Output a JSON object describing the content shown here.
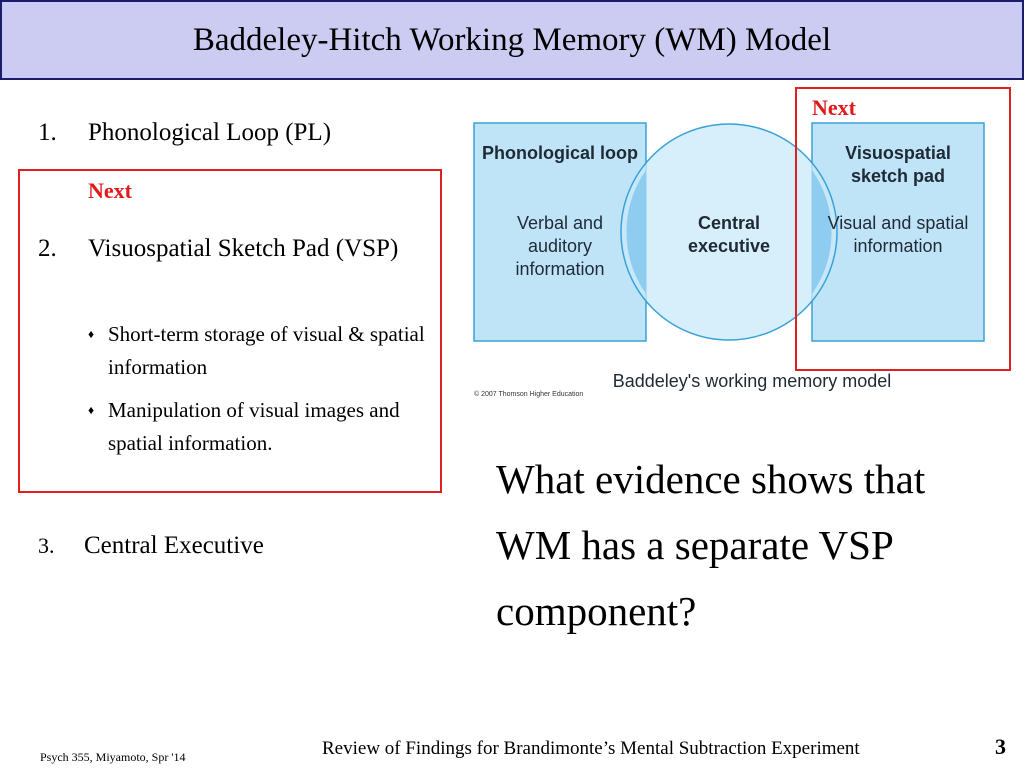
{
  "slide": {
    "title": "Baddeley-Hitch Working Memory (WM) Model",
    "items": [
      {
        "num": "1.",
        "text": "Phonological Loop (PL)"
      },
      {
        "num": "2.",
        "text": "Visuospatial Sketch Pad (VSP)"
      },
      {
        "num": "3.",
        "text": "Central Executive"
      }
    ],
    "next_label_left": "Next",
    "next_label_right": "Next",
    "sub_bullets": [
      {
        "bullet": "♦",
        "text": "Short-term storage of visual & spatial information"
      },
      {
        "bullet": "♦",
        "text": "Manipulation of visual images and spatial information."
      }
    ],
    "question": "What evidence shows that WM has a separate VSP component?",
    "footer_left": "Psych 355, Miyamoto, Spr '14",
    "footer_center": "Review of Findings for Brandimonte’s Mental Subtraction Experiment",
    "page_number": "3"
  },
  "figure": {
    "left_box": {
      "title": "Phonological loop",
      "body": "Verbal and auditory information"
    },
    "center": {
      "title": "Central executive"
    },
    "right_box": {
      "title": "Visuospatial sketch pad",
      "body": "Visual and spatial information"
    },
    "caption": "Baddeley's working memory model",
    "copyright": "© 2007 Thomson Higher Education"
  },
  "colors": {
    "title_bg": "#ccccf2",
    "title_border": "#1c1c6e",
    "highlight_red": "#e02020",
    "box_fill": "#bfe4f7",
    "box_stroke": "#3aa0d8",
    "circle_fill": "#c9e9f8"
  }
}
